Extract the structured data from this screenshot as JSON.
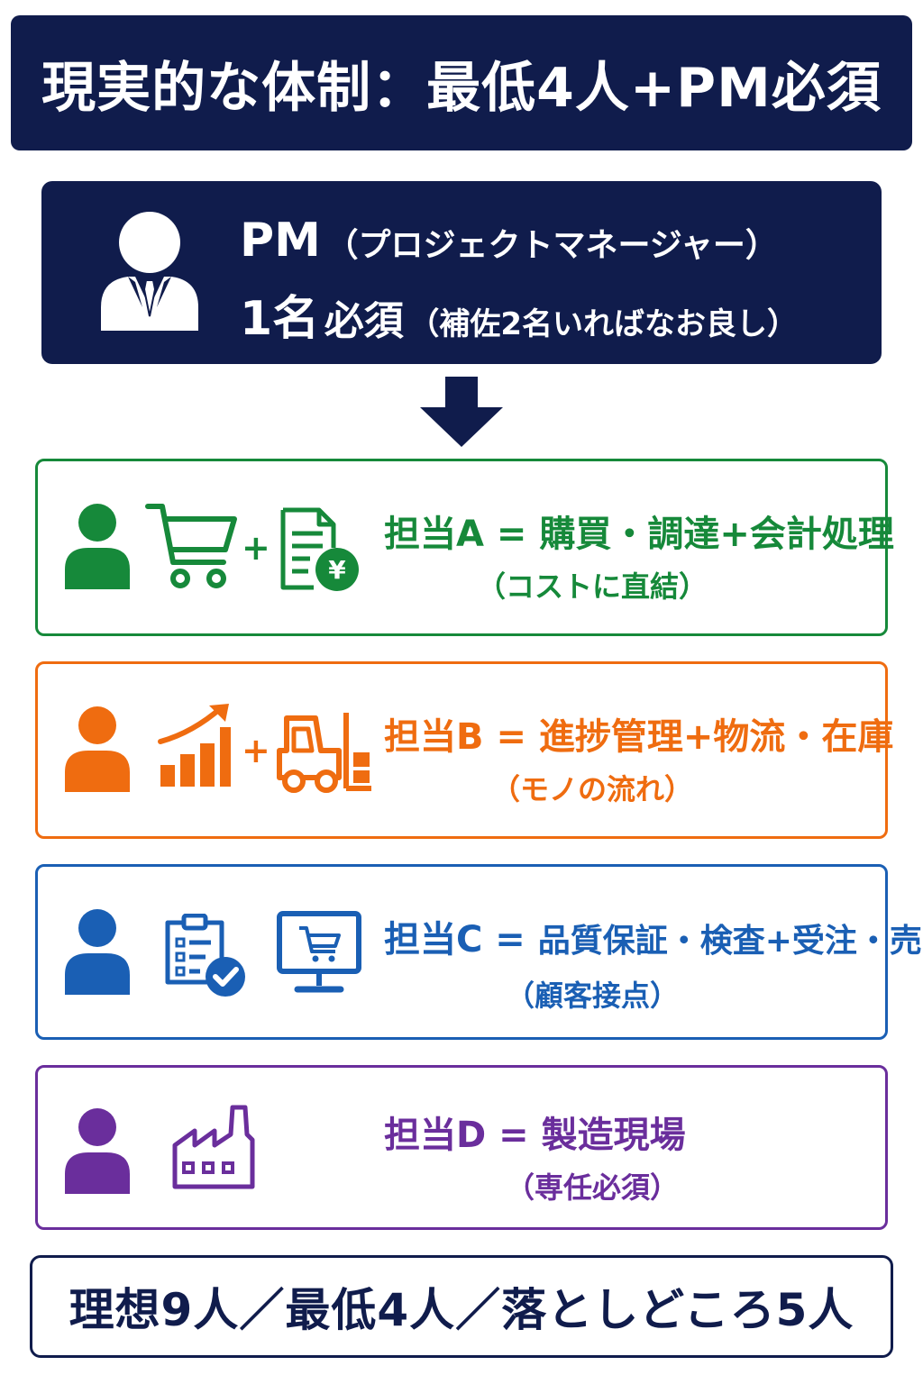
{
  "title": "現実的な体制：最低4人+PM必須",
  "pm": {
    "role_en": "PM",
    "role_jp": "（プロジェクトマネージャー）",
    "count": "1名",
    "required": "必須",
    "note": "（補佐2名いればなお良し）"
  },
  "roles": [
    {
      "id": "a",
      "label": "担当A",
      "sep": "=",
      "duty": "購買・調達+会計処理",
      "sub": "（コストに直結）",
      "color": "#16893a"
    },
    {
      "id": "b",
      "label": "担当B",
      "sep": "=",
      "duty": "進捗管理+物流・在庫",
      "sub": "（モノの流れ）",
      "color": "#ef6c10"
    },
    {
      "id": "c",
      "label": "担当C",
      "sep": "=",
      "duty": "品質保証・検査+受注・売上",
      "sub": "（顧客接点）",
      "color": "#1a5fb4"
    },
    {
      "id": "d",
      "label": "担当D",
      "sep": "=",
      "duty": "製造現場",
      "sub": "（専任必須）",
      "color": "#6a2e9c"
    }
  ],
  "icons": {
    "pm": "businessman-icon",
    "a": [
      "person-icon",
      "shopping-cart-icon",
      "yen-invoice-icon"
    ],
    "b": [
      "person-icon",
      "growth-chart-icon",
      "forklift-icon"
    ],
    "c": [
      "person-icon",
      "checklist-icon",
      "online-shop-monitor-icon"
    ],
    "d": [
      "person-icon",
      "factory-icon"
    ]
  },
  "plus_sign": "+",
  "yen_symbol": "¥",
  "summary": "理想9人／最低4人／落としどころ5人",
  "colors": {
    "navy": "#101c4c"
  }
}
